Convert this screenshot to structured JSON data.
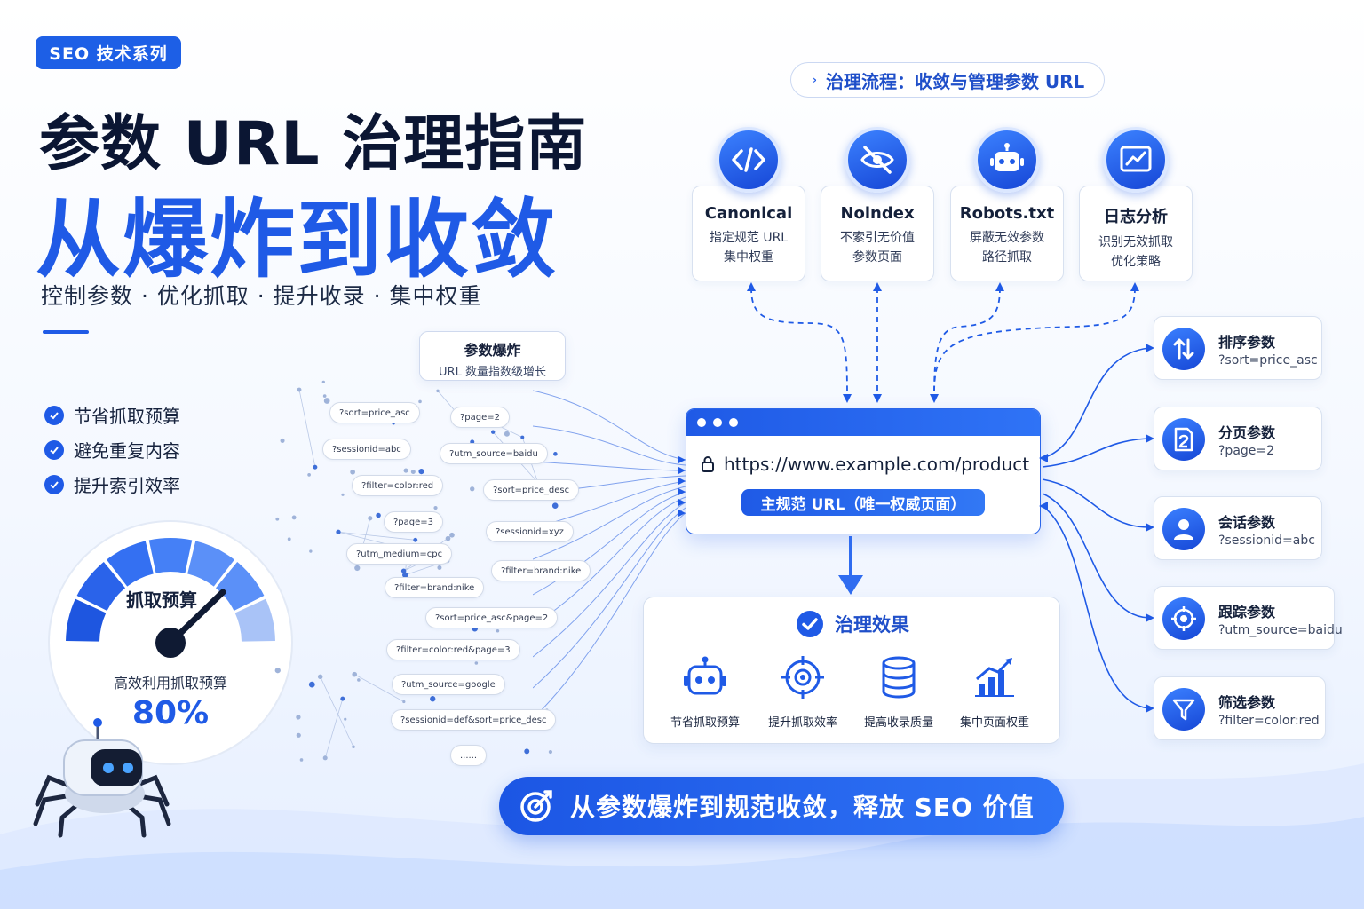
{
  "tag": "SEO 技术系列",
  "title_line1": "参数 URL 治理指南",
  "title_line2": "从爆炸到收敛",
  "subtitle": "控制参数 · 优化抓取 · 提升收录 · 集中权重",
  "benefits": [
    "节省抓取预算",
    "避免重复内容",
    "提升索引效率"
  ],
  "gauge": {
    "title": "抓取预算",
    "subtitle": "高效利用抓取预算",
    "value_text": "80%",
    "value": 0.8
  },
  "explosion": {
    "title": "参数爆炸",
    "subtitle": "URL 数量指数级增长",
    "params": [
      "?sort=price_asc",
      "?page=2",
      "?sessionid=abc",
      "?utm_source=baidu",
      "?filter=color:red",
      "?sort=price_desc",
      "?page=3",
      "?sessionid=xyz",
      "?utm_medium=cpc",
      "?filter=brand:nike",
      "?filter=brand:nike",
      "?sort=price_asc&page=2",
      "?filter=color:red&page=3",
      "?utm_source=google",
      "?sessionid=def&sort=price_desc",
      "......"
    ]
  },
  "process": {
    "label": "治理流程：收敛与管理参数 URL",
    "cards": [
      {
        "icon": "code-icon",
        "title": "Canonical",
        "line1": "指定规范 URL",
        "line2": "集中权重"
      },
      {
        "icon": "eye-off-icon",
        "title": "Noindex",
        "line1": "不索引无价值",
        "line2": "参数页面"
      },
      {
        "icon": "robot-icon",
        "title": "Robots.txt",
        "line1": "屏蔽无效参数",
        "line2": "路径抓取"
      },
      {
        "icon": "analytics-icon",
        "title": "日志分析",
        "line1": "识别无效抓取",
        "line2": "优化策略"
      }
    ]
  },
  "browser": {
    "url": "https://www.example.com/product",
    "canonical_label": "主规范 URL（唯一权威页面）"
  },
  "results": {
    "title": "治理效果",
    "items": [
      {
        "icon": "robot-icon",
        "label": "节省抓取预算"
      },
      {
        "icon": "target-icon",
        "label": "提升抓取效率"
      },
      {
        "icon": "database-icon",
        "label": "提高收录质量"
      },
      {
        "icon": "bar-chart-icon",
        "label": "集中页面权重"
      }
    ]
  },
  "param_types": [
    {
      "icon": "sort-icon",
      "title": "排序参数",
      "example": "?sort=price_asc"
    },
    {
      "icon": "page-icon",
      "title": "分页参数",
      "example": "?page=2"
    },
    {
      "icon": "user-icon",
      "title": "会话参数",
      "example": "?sessionid=abc"
    },
    {
      "icon": "track-icon",
      "title": "跟踪参数",
      "example": "?utm_source=baidu"
    },
    {
      "icon": "filter-icon",
      "title": "筛选参数",
      "example": "?filter=color:red"
    }
  ],
  "slogan": "从参数爆炸到规范收敛，释放 SEO 价值",
  "colors": {
    "primary": "#1f5ae6",
    "dark": "#0b1633",
    "accent_light": "#dbe7ff"
  }
}
